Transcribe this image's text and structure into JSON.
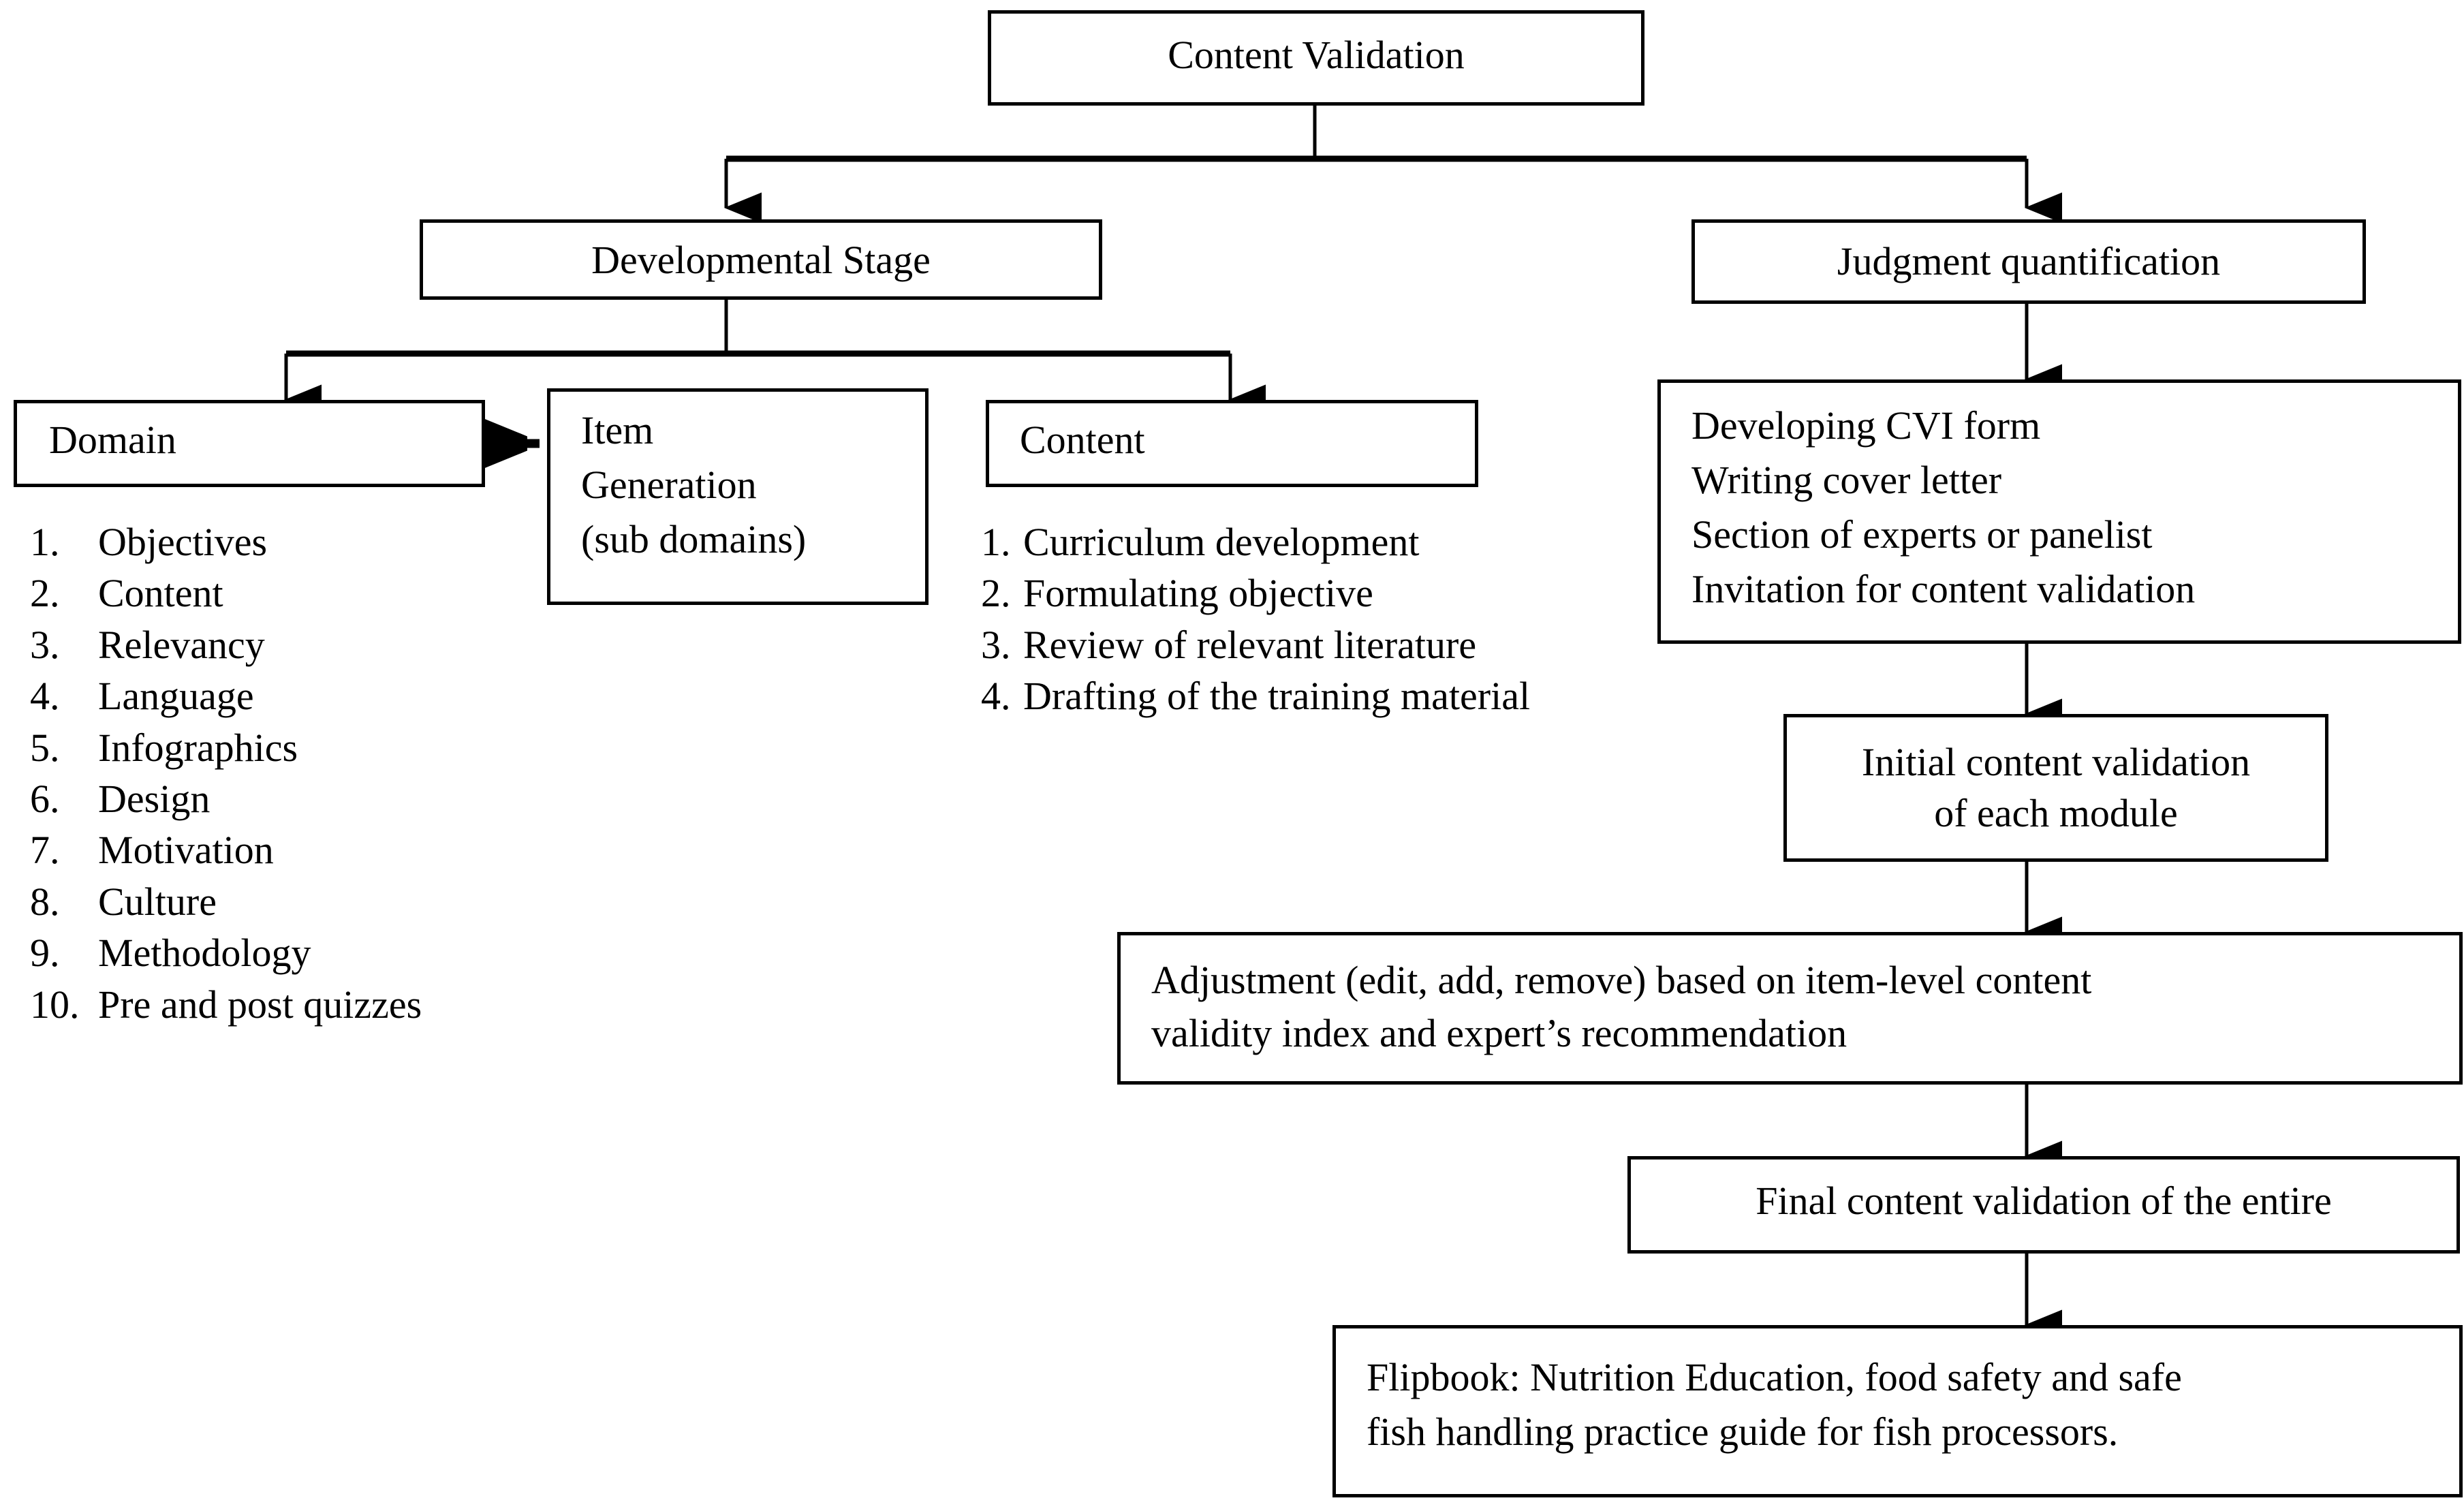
{
  "diagram": {
    "title": "Content Validation",
    "type": "flowchart",
    "colors": {
      "stroke": "#000000",
      "fill": "#ffffff",
      "text": "#000000"
    },
    "root": {
      "label": "Content Validation"
    },
    "branches": {
      "left": {
        "label": "Developmental Stage"
      },
      "right": {
        "label": "Judgment quantification"
      }
    },
    "developmental_children": {
      "domain": {
        "label": "Domain",
        "items": [
          {
            "num": "1.",
            "label": "Objectives"
          },
          {
            "num": "2.",
            "label": "Content"
          },
          {
            "num": "3.",
            "label": "Relevancy"
          },
          {
            "num": "4.",
            "label": "Language"
          },
          {
            "num": "5.",
            "label": "Infographics"
          },
          {
            "num": "6.",
            "label": "Design"
          },
          {
            "num": "7.",
            "label": "Motivation"
          },
          {
            "num": "8.",
            "label": "Culture"
          },
          {
            "num": "9.",
            "label": "Methodology"
          },
          {
            "num": "10.",
            "label": "Pre and post quizzes"
          }
        ]
      },
      "item_generation": {
        "line1": "Item",
        "line2": "Generation",
        "line3": "(sub domains)"
      },
      "content": {
        "label": "Content",
        "items": [
          {
            "num": "1.",
            "label": "Curriculum development"
          },
          {
            "num": "2.",
            "label": "Formulating objective"
          },
          {
            "num": "3.",
            "label": "Review of relevant literature"
          },
          {
            "num": "4.",
            "label": "Drafting of the training material"
          }
        ]
      }
    },
    "judgment_chain": {
      "cvi_form": {
        "line1": "Developing CVI form",
        "line2": "Writing cover letter",
        "line3": "Section of experts or panelist",
        "line4": "Invitation for content validation"
      },
      "initial_validation": {
        "line1": "Initial content validation",
        "line2": "of each module"
      },
      "adjustment": {
        "line1": "Adjustment (edit, add, remove) based on item-level content",
        "line2": "validity index and expert’s recommendation"
      },
      "final_validation": {
        "label": "Final content validation of the entire"
      },
      "flipbook": {
        "line1": "Flipbook: Nutrition Education, food safety and safe",
        "line2": "fish handling practice guide for fish processors."
      }
    }
  }
}
